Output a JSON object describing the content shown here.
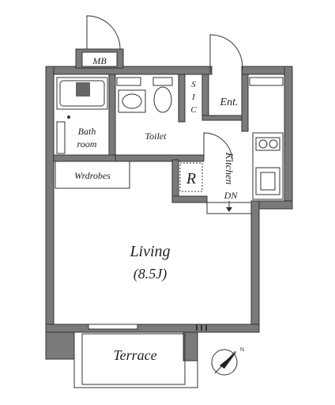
{
  "rooms": {
    "mb": "MB",
    "sic": "S\nI\nC",
    "ent": "Ent.",
    "bath_line1": "Bath",
    "bath_line2": "room",
    "toilet": "Toilet",
    "kitchen": "Kitchen",
    "dn": "DN",
    "wardrobes": "Wrdrobes",
    "refrigerator": "R",
    "living": "Living",
    "living_size": "(8.5J)",
    "terrace": "Terrace"
  },
  "compass": {
    "north": "N"
  },
  "colors": {
    "wall": "#7a7a7a",
    "line": "#333333"
  }
}
